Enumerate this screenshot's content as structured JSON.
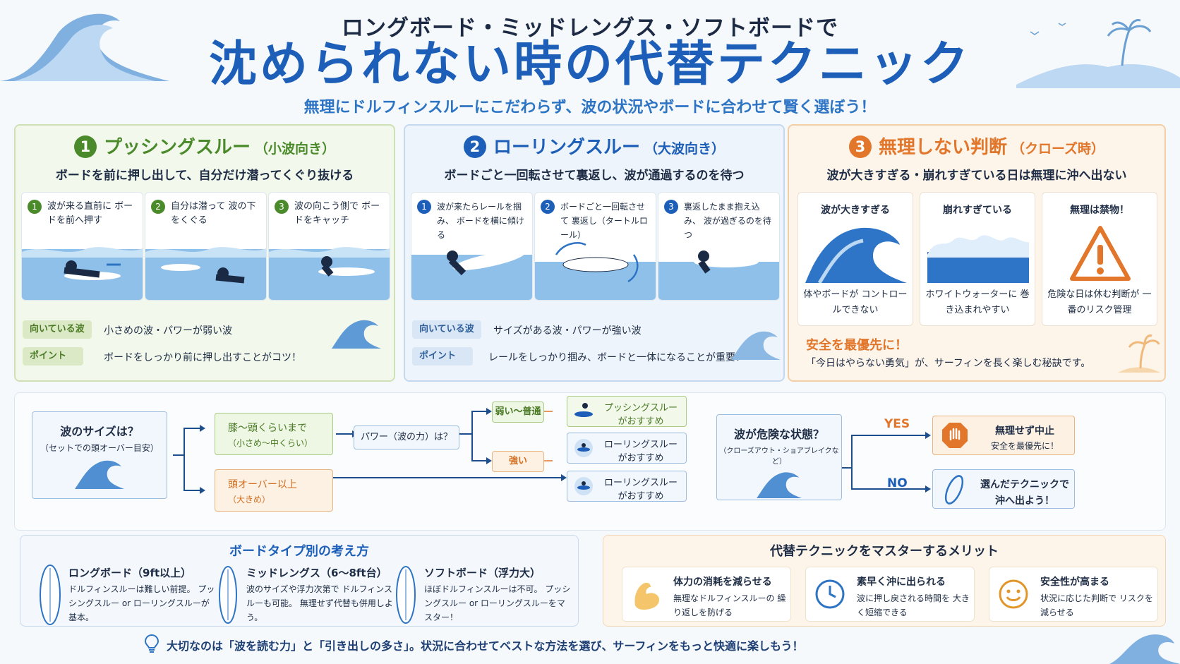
{
  "header": {
    "subtitle": "ロングボード・ミッドレングス・ソフトボードで",
    "title": "沈められない時の代替テクニック",
    "tagline": "無理にドルフィンスルーにこだわらず、波の状況やボードに合わせて賢く選ぼう！"
  },
  "colors": {
    "green": "#4a8a2a",
    "blue": "#1d5fb8",
    "orange": "#e2762a"
  },
  "panels": [
    {
      "num": "1",
      "title": "プッシングスルー",
      "suffix": "（小波向き）",
      "desc": "ボードを前に押し出して、自分だけ潜ってくぐり抜ける",
      "steps": [
        {
          "num": "1",
          "text": "波が来る直前に ボードを前へ押す"
        },
        {
          "num": "2",
          "text": "自分は潜って 波の下をくぐる"
        },
        {
          "num": "3",
          "text": "波の向こう側で ボードをキャッチ"
        }
      ],
      "suited_label": "向いている波",
      "suited_text": "小さめの波・パワーが弱い波",
      "point_label": "ポイント",
      "point_text": "ボードをしっかり前に押し出すことがコツ！"
    },
    {
      "num": "2",
      "title": "ローリングスルー",
      "suffix": "（大波向き）",
      "desc": "ボードごと一回転させて裏返し、波が通過するのを待つ",
      "steps": [
        {
          "num": "1",
          "text": "波が来たらレールを掴み、 ボードを横に傾ける"
        },
        {
          "num": "2",
          "text": "ボードごと一回転させて 裏返し（タートルロール）"
        },
        {
          "num": "3",
          "text": "裏返したまま抱え込み、 波が過ぎるのを待つ"
        }
      ],
      "suited_label": "向いている波",
      "suited_text": "サイズがある波・パワーが強い波",
      "point_label": "ポイント",
      "point_text": "レールをしっかり掴み、ボードと一体になることが重要！"
    },
    {
      "num": "3",
      "title": "無理しない判断",
      "suffix": "（クローズ時）",
      "desc": "波が大きすぎる・崩れすぎている日は無理に沖へ出ない",
      "cards": [
        {
          "head": "波が大きすぎる",
          "text": "体やボードが コントロールできない"
        },
        {
          "head": "崩れすぎている",
          "text": "ホワイトウォーターに 巻き込まれやすい"
        },
        {
          "head": "無理は禁物！",
          "text": "危険な日は休む判断が 一番のリスク管理"
        }
      ],
      "safety_title": "安全を最優先に！",
      "safety_text": "「今日はやらない勇気」が、サーフィンを長く楽しむ秘訣です。"
    }
  ],
  "flow": {
    "q_size": "波のサイズは？",
    "q_size_sub": "（セットでの頭オーバー目安）",
    "small": "膝〜頭くらいまで",
    "small_sub": "（小さめ〜中くらい）",
    "big": "頭オーバー以上",
    "big_sub": "（大きめ）",
    "q_power": "パワー（波の力）は？",
    "weak": "弱い〜普通",
    "strong": "強い",
    "rec_push": "プッシングスルー",
    "rec_roll": "ローリングスルー",
    "rec_suffix": "がおすすめ",
    "q_danger": "波が危険な状態？",
    "q_danger_sub": "（クローズアウト・ショアブレイクなど）",
    "yes": "YES",
    "no": "NO",
    "stop": "無理せず中止",
    "stop_sub": "安全を最優先に！",
    "go": "選んだテクニックで",
    "go_sub": "沖へ出よう！"
  },
  "boards": {
    "title": "ボードタイプ別の考え方",
    "items": [
      {
        "name": "ロングボード（9ft以上）",
        "desc": "ドルフィンスルーは難しい前提。 プッシングスルー or ローリングスルーが基本。"
      },
      {
        "name": "ミッドレングス（6〜8ft台）",
        "desc": "波のサイズや浮力次第で ドルフィンスルーも可能。 無理せず代替も併用しよう。"
      },
      {
        "name": "ソフトボード（浮力大）",
        "desc": "ほぼドルフィンスルーは不可。 プッシングスルー or ローリングスルーをマスター！"
      }
    ]
  },
  "merits": {
    "title": "代替テクニックをマスターするメリット",
    "items": [
      {
        "name": "体力の消耗を減らせる",
        "desc": "無理なドルフィンスルーの 繰り返しを防げる"
      },
      {
        "name": "素早く沖に出られる",
        "desc": "波に押し戻される時間を 大きく短縮できる"
      },
      {
        "name": "安全性が高まる",
        "desc": "状況に応じた判断で リスクを減らせる"
      }
    ]
  },
  "footer": "大切なのは「波を読む力」と「引き出しの多さ」。状況に合わせてベストな方法を選び、サーフィンをもっと快適に楽しもう！"
}
